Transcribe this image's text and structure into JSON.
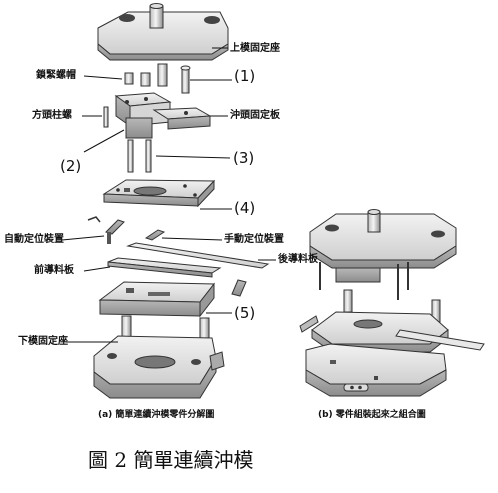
{
  "labels": {
    "upper_die_base": "上模固定座",
    "lock_nut": "鎖緊螺帽",
    "square_head_post": "方頭柱螺",
    "punch_plate": "沖頭固定板",
    "auto_locator": "自動定位裝置",
    "manual_locator": "手動定位裝置",
    "rear_guide": "後導料板",
    "front_guide": "前導料板",
    "lower_die_base": "下模固定座"
  },
  "numbers": {
    "n1": "(1)",
    "n2": "(2)",
    "n3": "(3)",
    "n4": "(4)",
    "n5": "(5)"
  },
  "subcaptions": {
    "a": "(a) 簡單連續沖模零件分解圖",
    "b": "(b) 零件組裝起來之組合圖"
  },
  "caption": "圖 2 簡單連續沖模"
}
